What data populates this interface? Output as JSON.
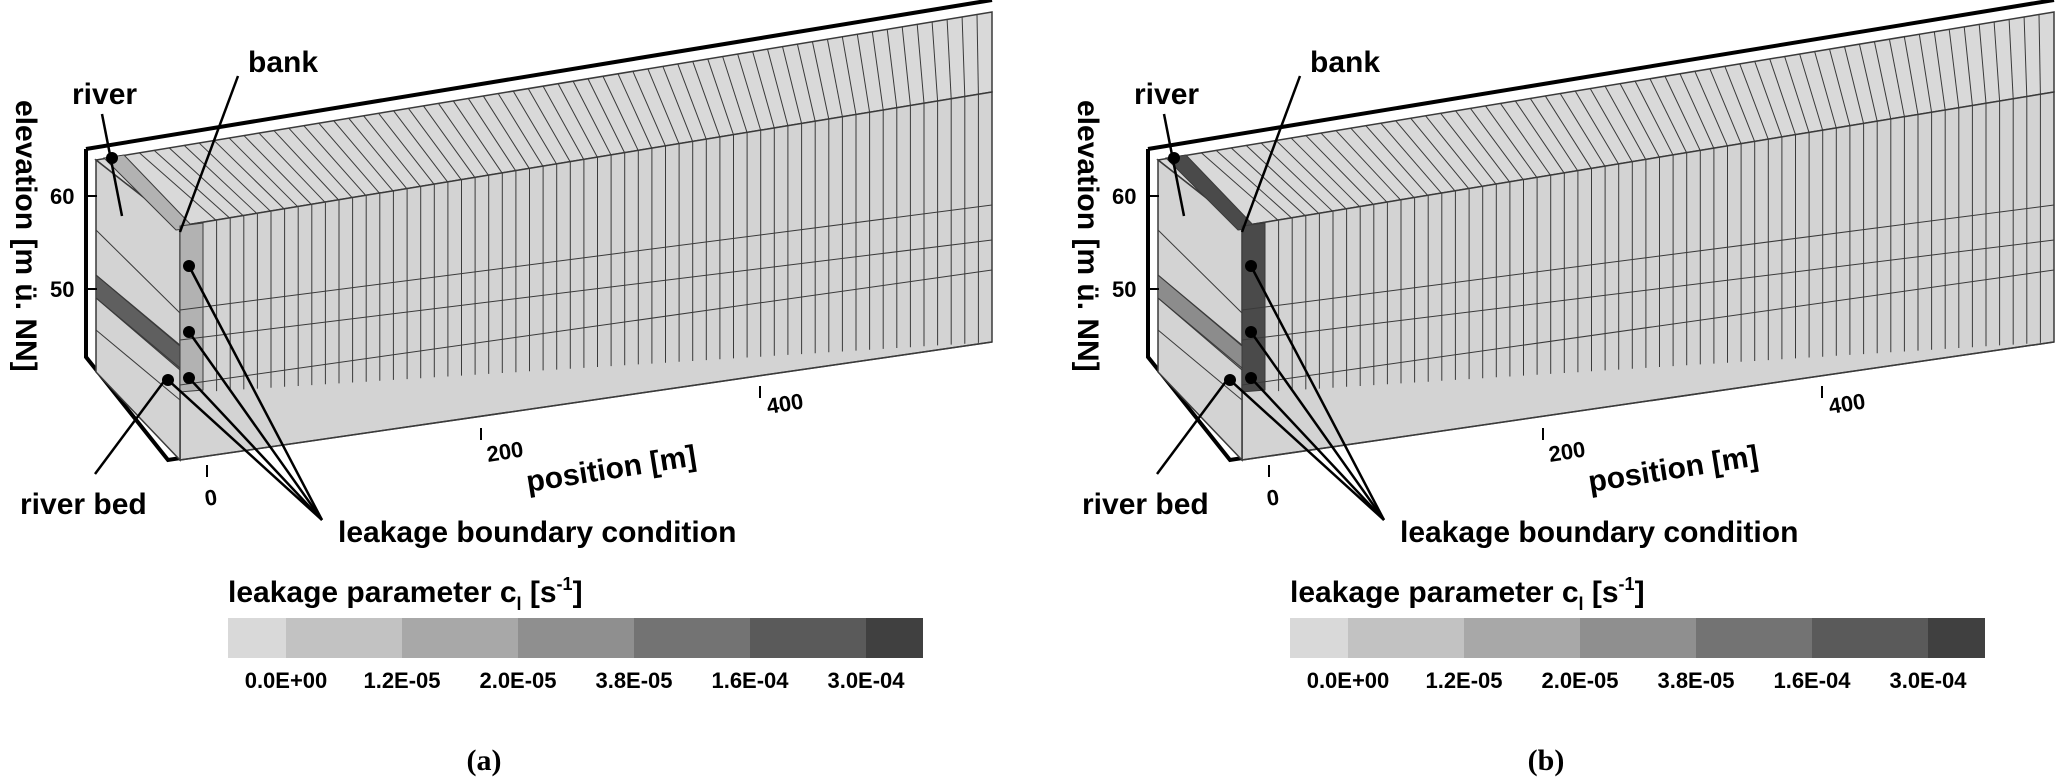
{
  "panels": [
    {
      "id": "a",
      "caption": "(a)",
      "river_label": "river",
      "bank_label": "bank",
      "river_bed_label": "river bed",
      "boundary_label": "leakage boundary condition",
      "elevation_label": "elevation [m ü. NN]",
      "position_label": "position [m]",
      "elevation_ticks": [
        "60",
        "50"
      ],
      "position_ticks": [
        "0",
        "200",
        "400"
      ],
      "river_strip_color": "#b2b2b2",
      "bank_strip_color": "#b2b2b2",
      "riverbed_color": "#5f5f5f"
    },
    {
      "id": "b",
      "caption": "(b)",
      "river_label": "river",
      "bank_label": "bank",
      "river_bed_label": "river bed",
      "boundary_label": "leakage boundary condition",
      "elevation_label": "elevation [m ü. NN]",
      "position_label": "position [m]",
      "elevation_ticks": [
        "60",
        "50"
      ],
      "position_ticks": [
        "0",
        "200",
        "400"
      ],
      "river_strip_color": "#4a4a4a",
      "bank_strip_color": "#4a4a4a",
      "riverbed_color": "#8c8c8c"
    }
  ],
  "legend": {
    "title_main": "leakage parameter c",
    "title_sub": "l",
    "title_unit_open": " [s",
    "title_sup": "-1",
    "title_unit_close": "]",
    "colors": [
      "#d9d9d9",
      "#c2c2c2",
      "#a8a8a8",
      "#8f8f8f",
      "#737373",
      "#5a5a5a",
      "#404040"
    ],
    "labels": [
      "0.0E+00",
      "1.2E-05",
      "2.0E-05",
      "3.8E-05",
      "1.6E-04",
      "3.0E-04"
    ]
  },
  "colors": {
    "block_face": "#d3d3d3",
    "block_top": "#d9d9d9",
    "grid_line": "#3a3a3a",
    "marker": "#000000"
  }
}
